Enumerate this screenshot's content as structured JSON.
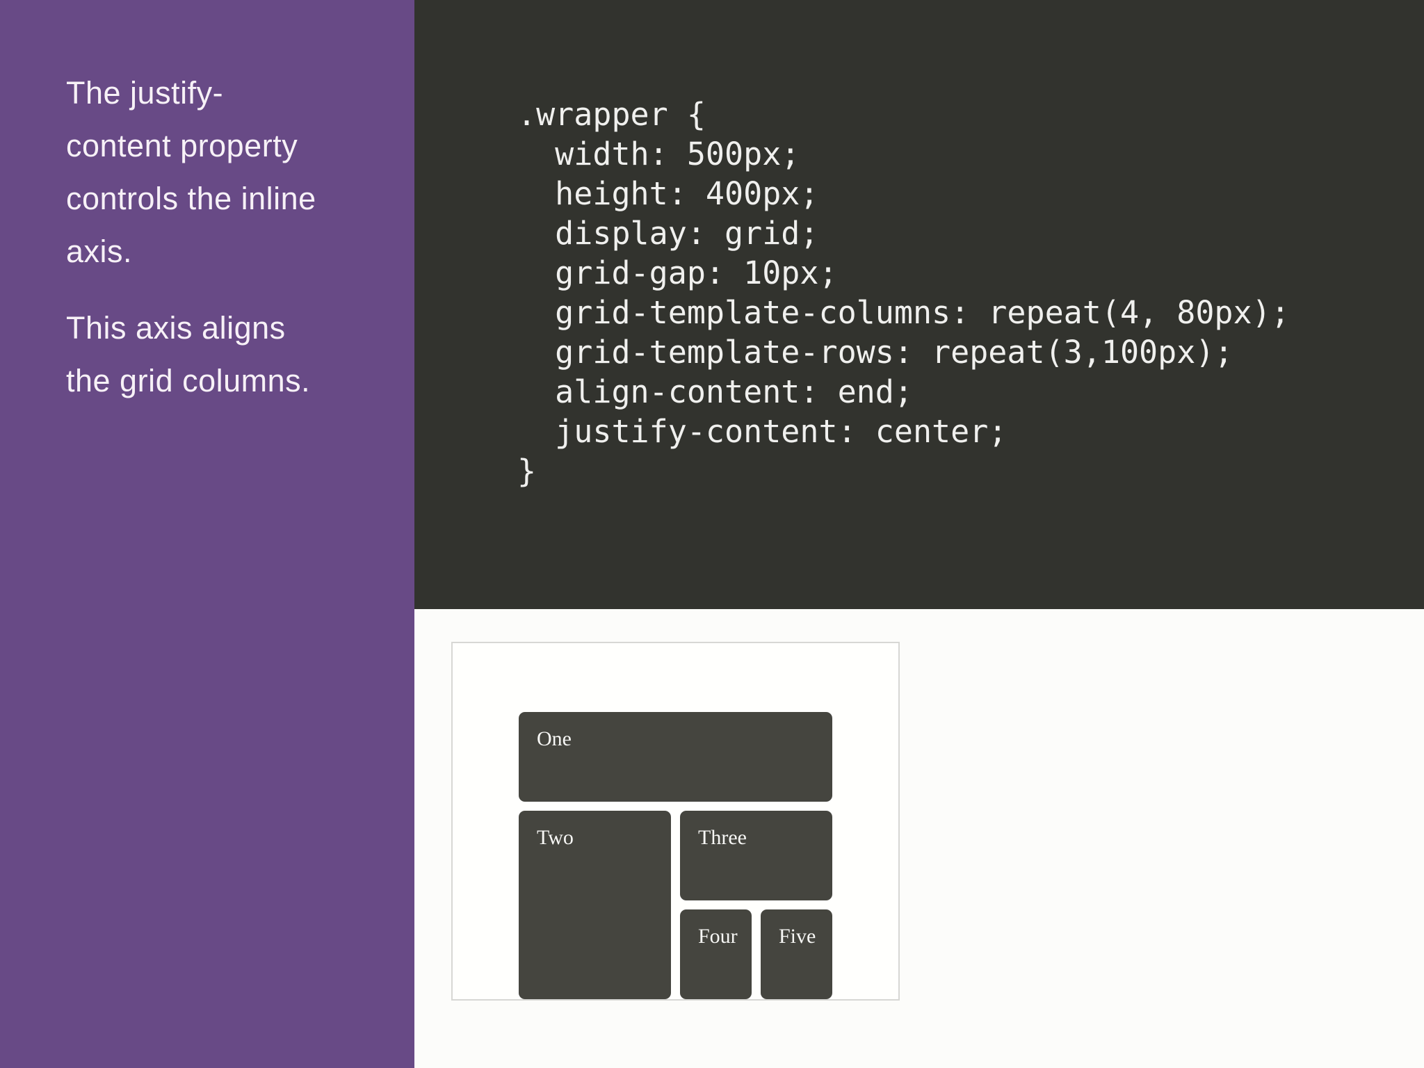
{
  "sidebar": {
    "background_color": "#684a86",
    "text_color": "#f7f1f7",
    "paragraph1_lines": [
      "The justify-",
      "content property",
      "controls the inline",
      "axis."
    ],
    "paragraph2_lines": [
      "This axis aligns",
      "the grid columns."
    ]
  },
  "code_panel": {
    "background_color": "#32332e",
    "text_color": "#f0f0ee",
    "lines": [
      ".wrapper {",
      "  width: 500px;",
      "  height: 400px;",
      "  display: grid;",
      "  grid-gap: 10px;",
      "  grid-template-columns: repeat(4, 80px);",
      "  grid-template-rows: repeat(3,100px);",
      "  align-content: end;",
      "  justify-content: center;",
      "}"
    ]
  },
  "demo": {
    "area_background_color": "#fcfcfa",
    "wrapper_border_color": "#d7d7d4",
    "item_background_color": "#45453f",
    "item_text_color": "#f7f7f5",
    "items": [
      {
        "label": "One"
      },
      {
        "label": "Two"
      },
      {
        "label": "Three"
      },
      {
        "label": "Four"
      },
      {
        "label": "Five"
      }
    ]
  }
}
